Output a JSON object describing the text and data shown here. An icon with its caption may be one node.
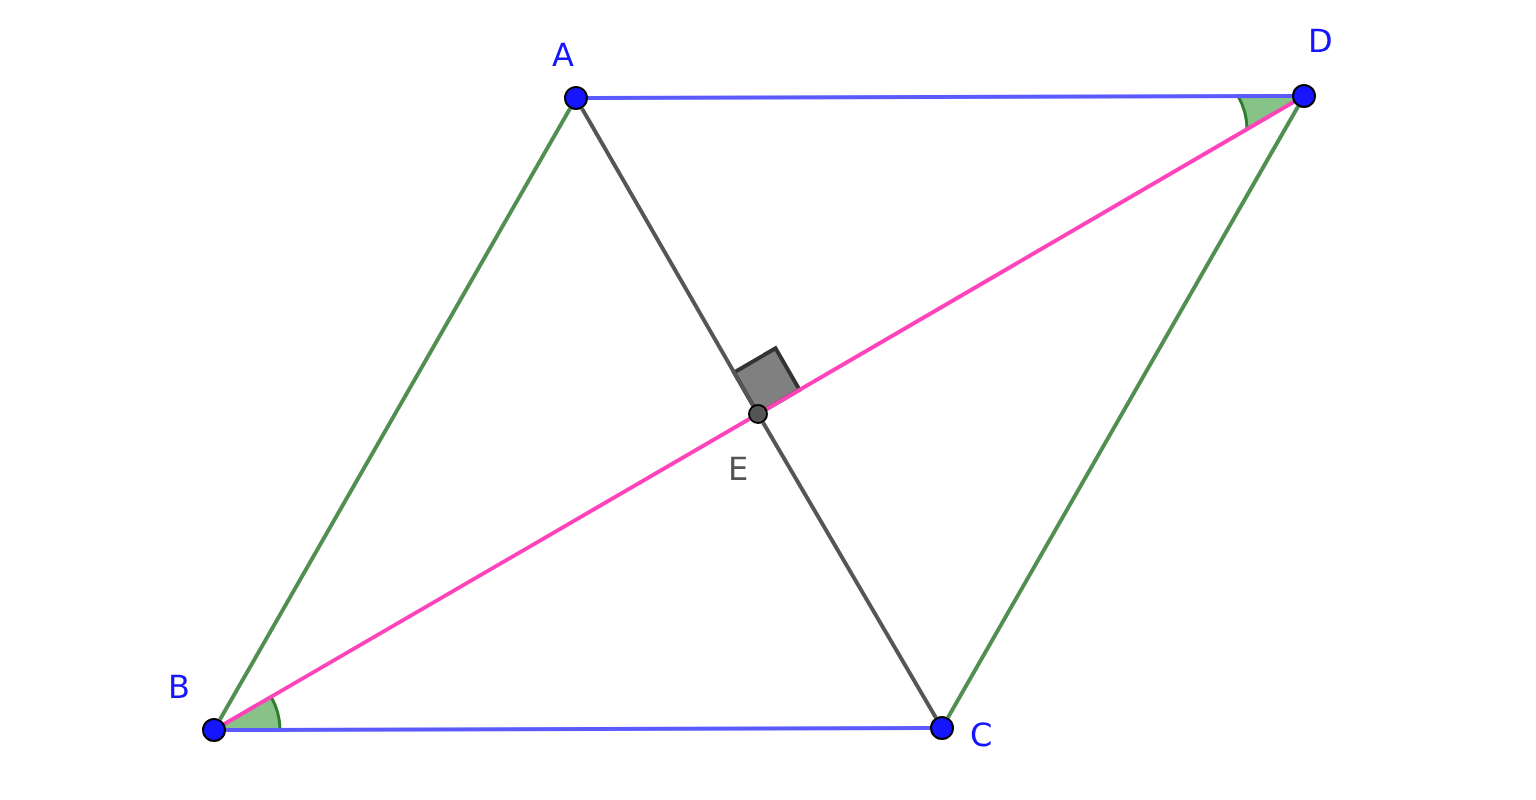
{
  "diagram": {
    "nodes": [
      {
        "text": [
          "A"
        ]
      },
      {
        "text": [
          "D"
        ]
      },
      {
        "text": [
          "E"
        ]
      },
      {
        "text": [
          "B"
        ]
      },
      {
        "text": [
          "C"
        ]
      }
    ],
    "edges": [
      {
        "from": 0,
        "to": 1,
        "arrow": "none",
        "color": "#5a5aff"
      },
      {
        "from": 0,
        "to": 3,
        "arrow": "none",
        "color": "#4f8f4f"
      },
      {
        "from": 1,
        "to": 4,
        "arrow": "none",
        "color": "#4f8f4f"
      },
      {
        "from": 3,
        "to": 4,
        "arrow": "none",
        "color": "#5a5aff"
      },
      {
        "from": 3,
        "to": 2,
        "arrow": "none",
        "color": "#ff44bb"
      },
      {
        "from": 2,
        "to": 1,
        "arrow": "none",
        "color": "#ff44bb"
      },
      {
        "from": 0,
        "to": 2,
        "arrow": "none",
        "color": "#555555"
      },
      {
        "from": 2,
        "to": 4,
        "arrow": "none",
        "color": "#555555"
      }
    ]
  }
}
